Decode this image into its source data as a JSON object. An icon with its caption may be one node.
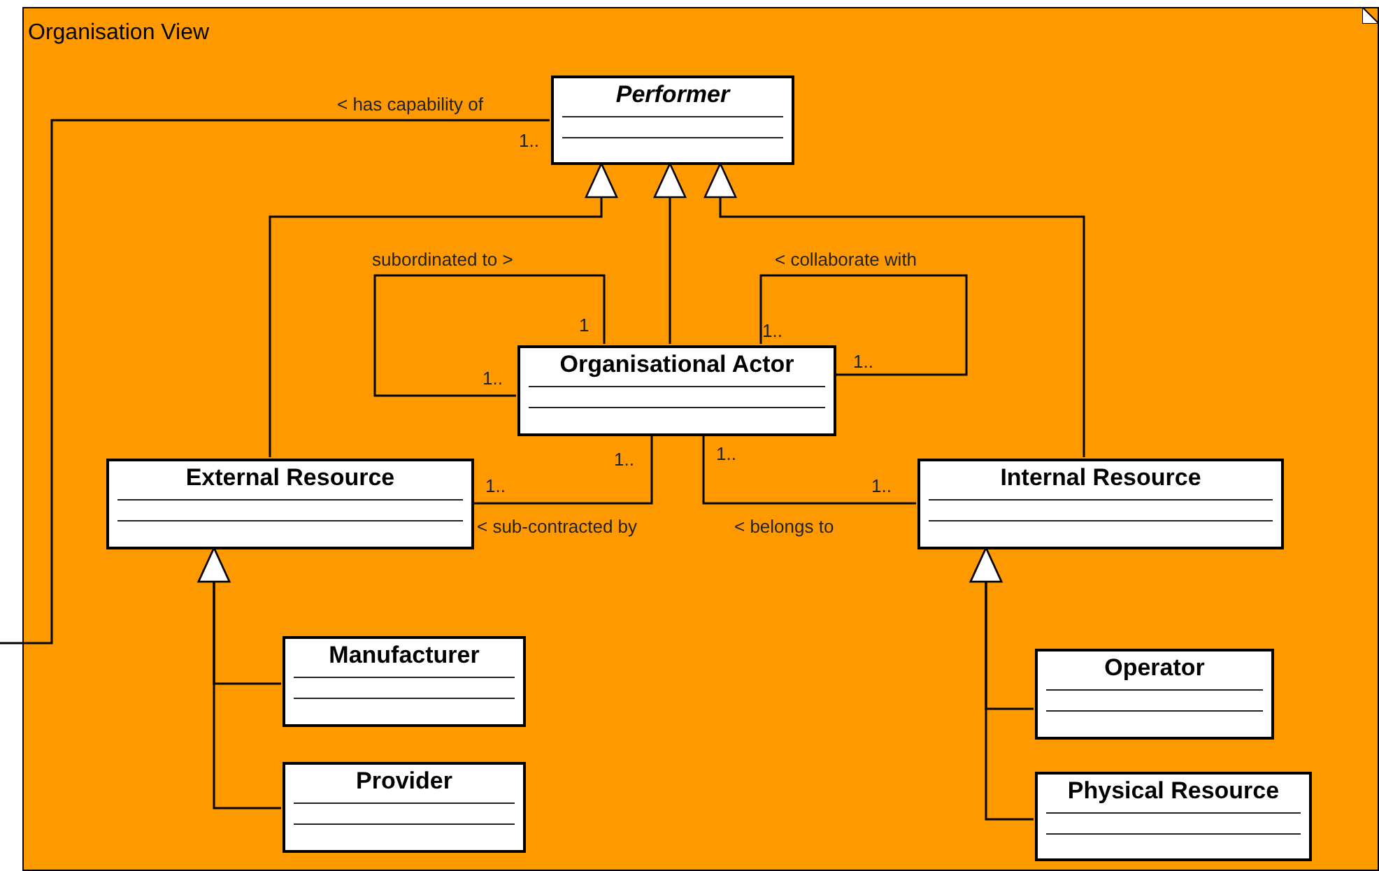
{
  "diagram": {
    "nodes": [
      {
        "text": [
          "Organisation View"
        ]
      },
      {
        "text": [
          "Performer"
        ],
        "in": 0
      },
      {
        "text": [
          "Organisational Actor"
        ],
        "in": 0
      },
      {
        "text": [
          "External Resource"
        ],
        "in": 0
      },
      {
        "text": [
          "Internal Resource"
        ],
        "in": 0
      },
      {
        "text": [
          "Manufacturer"
        ],
        "in": 0
      },
      {
        "text": [
          "Provider"
        ],
        "in": 0
      },
      {
        "text": [
          "Operator"
        ],
        "in": 0
      },
      {
        "text": [
          "Physical Resource"
        ],
        "in": 0
      }
    ],
    "edges": [
      {
        "from": 1,
        "to": null,
        "arrow": "none",
        "label": "< has capability of"
      },
      {
        "from": 3,
        "to": 1,
        "arrow": "to"
      },
      {
        "from": 2,
        "to": 1,
        "arrow": "to"
      },
      {
        "from": 4,
        "to": 1,
        "arrow": "to"
      },
      {
        "from": 2,
        "to": 2,
        "arrow": "none",
        "label": "subordinated to >"
      },
      {
        "from": 2,
        "to": 2,
        "arrow": "none",
        "label": "< collaborate with"
      },
      {
        "from": 3,
        "to": 2,
        "arrow": "none",
        "label": "< sub-contracted by"
      },
      {
        "from": 2,
        "to": 4,
        "arrow": "none",
        "label": "< belongs to"
      },
      {
        "from": 5,
        "to": 3,
        "arrow": "to"
      },
      {
        "from": 6,
        "to": 3,
        "arrow": "to"
      },
      {
        "from": 7,
        "to": 4,
        "arrow": "to"
      },
      {
        "from": 8,
        "to": 4,
        "arrow": "to"
      }
    ],
    "labels": [
      "1..",
      "1",
      "1..",
      "1..",
      "1..",
      "1..",
      "1..",
      "1..",
      "1.."
    ]
  }
}
